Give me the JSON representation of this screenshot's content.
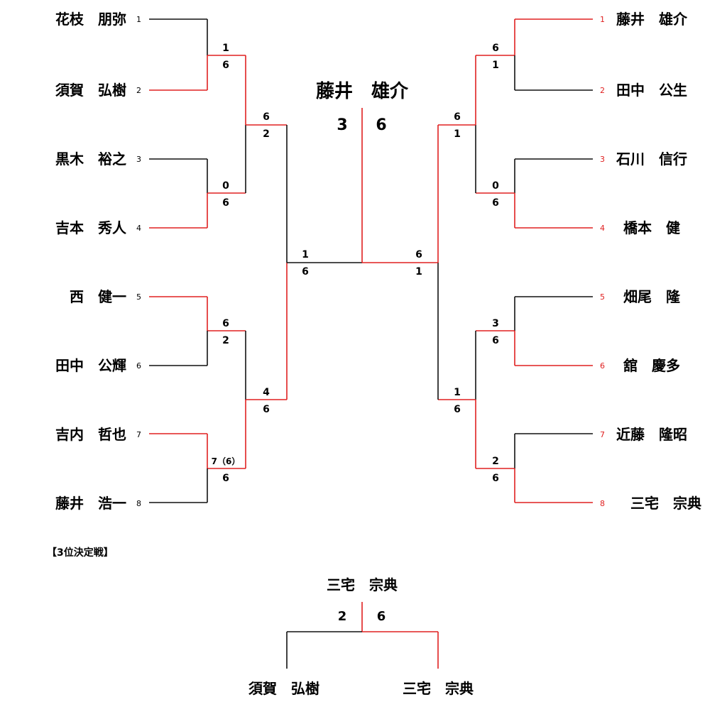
{
  "colors": {
    "winner_line": "#e02020",
    "normal_line": "#111111",
    "text": "#111111",
    "seed_right": "#e02020",
    "seed_left": "#444444"
  },
  "left_players": [
    {
      "name": "花枝　朋弥",
      "seed": "1"
    },
    {
      "name": "須賀　弘樹",
      "seed": "2"
    },
    {
      "name": "黒木　裕之",
      "seed": "3"
    },
    {
      "name": "吉本　秀人",
      "seed": "4"
    },
    {
      "name": "西　健一",
      "seed": "5"
    },
    {
      "name": "田中　公輝",
      "seed": "6"
    },
    {
      "name": "吉内　哲也",
      "seed": "7"
    },
    {
      "name": "藤井　浩一",
      "seed": "8"
    }
  ],
  "right_players": [
    {
      "name": "藤井　雄介",
      "seed": "1"
    },
    {
      "name": "田中　公生",
      "seed": "2"
    },
    {
      "name": "石川　信行",
      "seed": "3"
    },
    {
      "name": "橋本　健",
      "seed": "4"
    },
    {
      "name": "畑尾　隆",
      "seed": "5"
    },
    {
      "name": "舘　慶多",
      "seed": "6"
    },
    {
      "name": "近藤　隆昭",
      "seed": "7"
    },
    {
      "name": "三宅　宗典",
      "seed": "8"
    }
  ],
  "left_scores": {
    "r1": [
      [
        "1",
        "6"
      ],
      [
        "0",
        "6"
      ],
      [
        "6",
        "2"
      ],
      [
        "7（6）",
        "6"
      ]
    ],
    "r2": [
      [
        "6",
        "2"
      ],
      [
        "4",
        "6"
      ]
    ],
    "sf": [
      "1",
      "6"
    ]
  },
  "right_scores": {
    "r1": [
      [
        "6",
        "1"
      ],
      [
        "0",
        "6"
      ],
      [
        "3",
        "6"
      ],
      [
        "2",
        "6"
      ]
    ],
    "r2": [
      [
        "6",
        "1"
      ],
      [
        "1",
        "6"
      ]
    ],
    "sf": [
      "6",
      "1"
    ]
  },
  "final": {
    "champion": "藤井　雄介",
    "score_left": "3",
    "score_right": "6"
  },
  "third_place": {
    "heading": "【3位決定戦】",
    "winner": "三宅　宗典",
    "score_left": "2",
    "score_right": "6",
    "player_left": "須賀　弘樹",
    "player_right": "三宅　宗典"
  }
}
